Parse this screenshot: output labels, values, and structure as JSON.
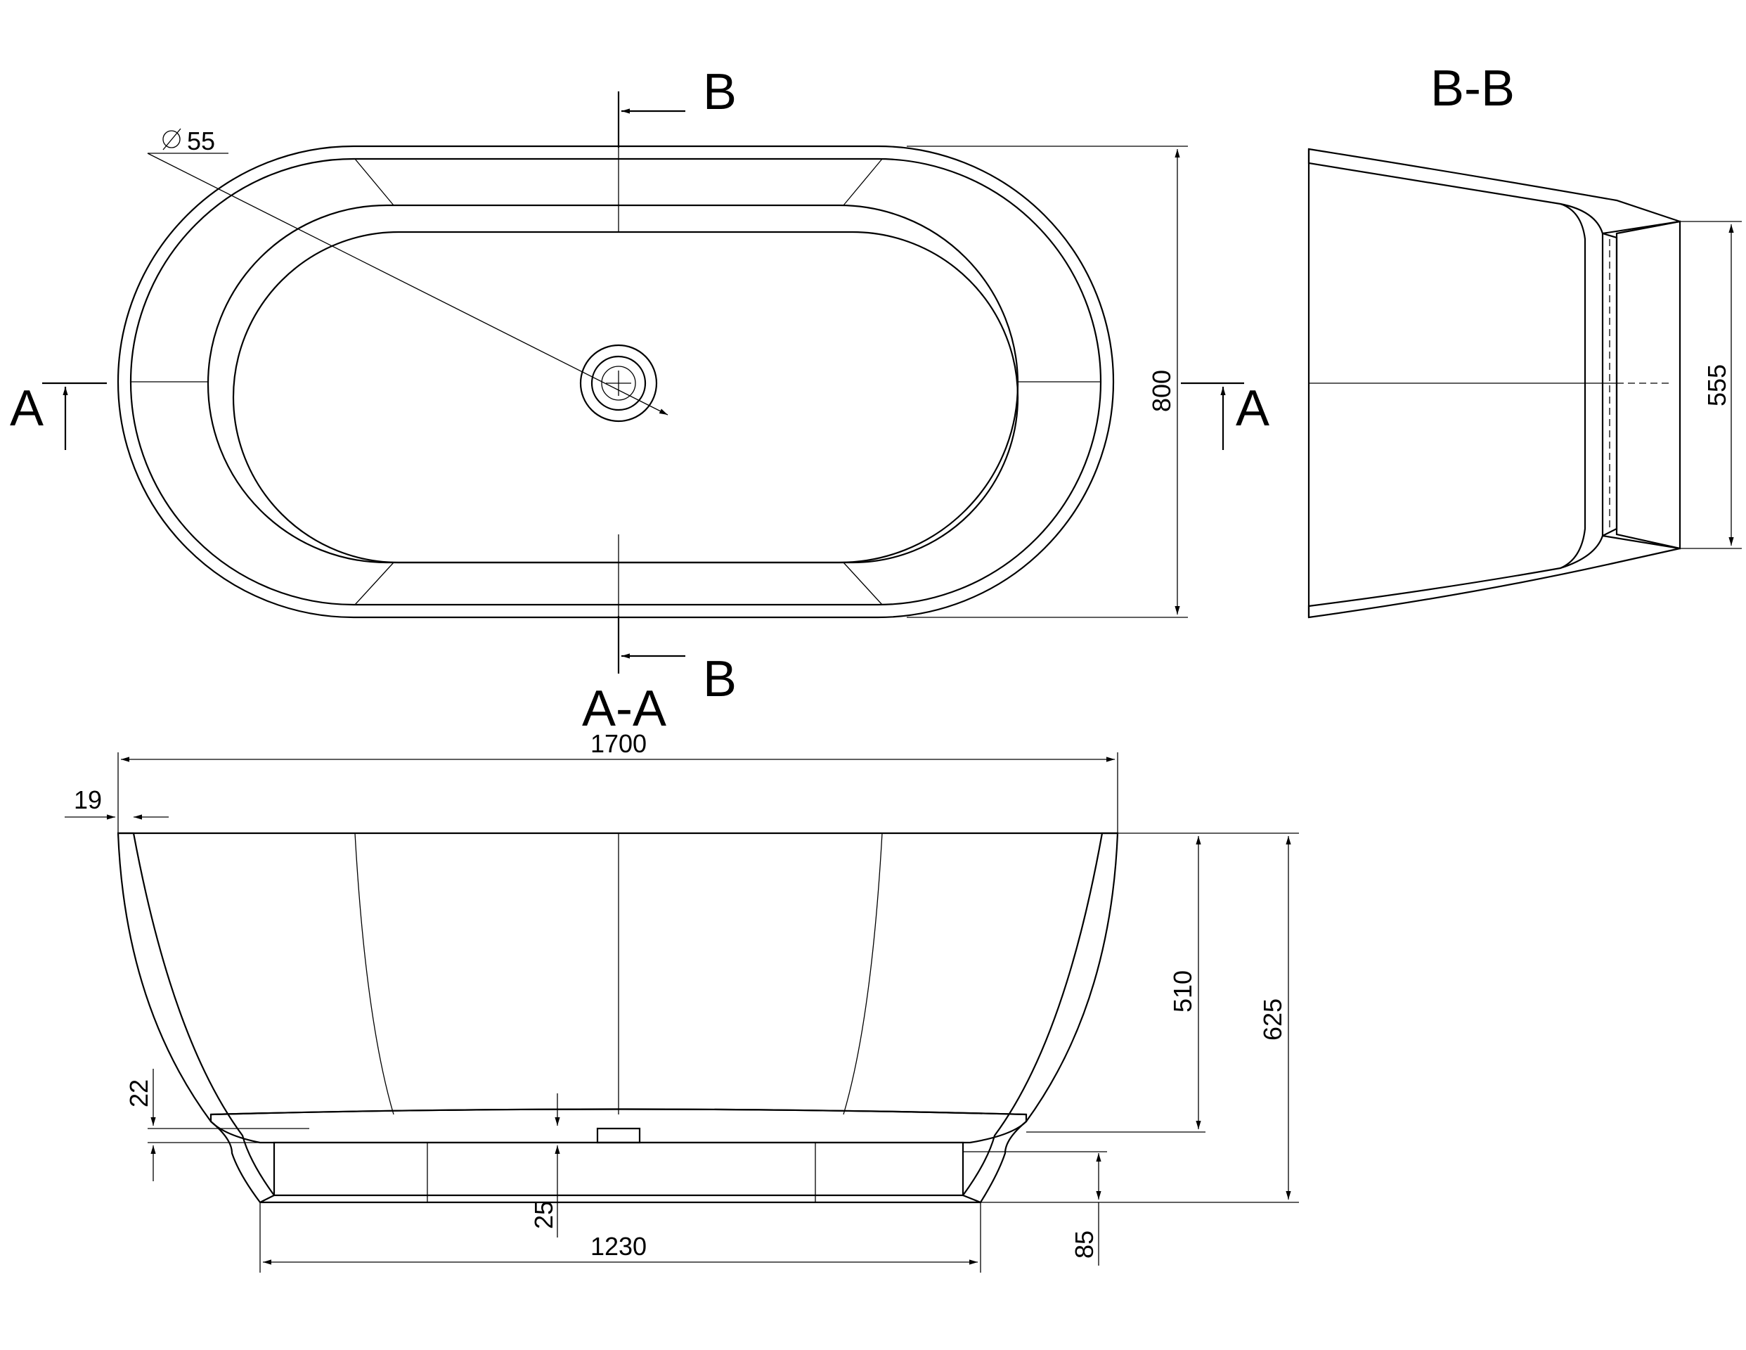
{
  "section_labels": {
    "cut_b_top": "B",
    "cut_b_bottom": "B",
    "cut_a_left": "A",
    "cut_a_right": "A",
    "view_bb_title": "B-B",
    "view_aa_title": "A-A"
  },
  "dimensions": {
    "drain_diameter": "55",
    "width": "800",
    "overall_length": "1700",
    "rim_thickness": "19",
    "inner_depth": "510",
    "total_height": "625",
    "floor_thickness": "22",
    "drain_floor": "25",
    "base_length": "1230",
    "base_height": "85",
    "bb_height": "555"
  }
}
